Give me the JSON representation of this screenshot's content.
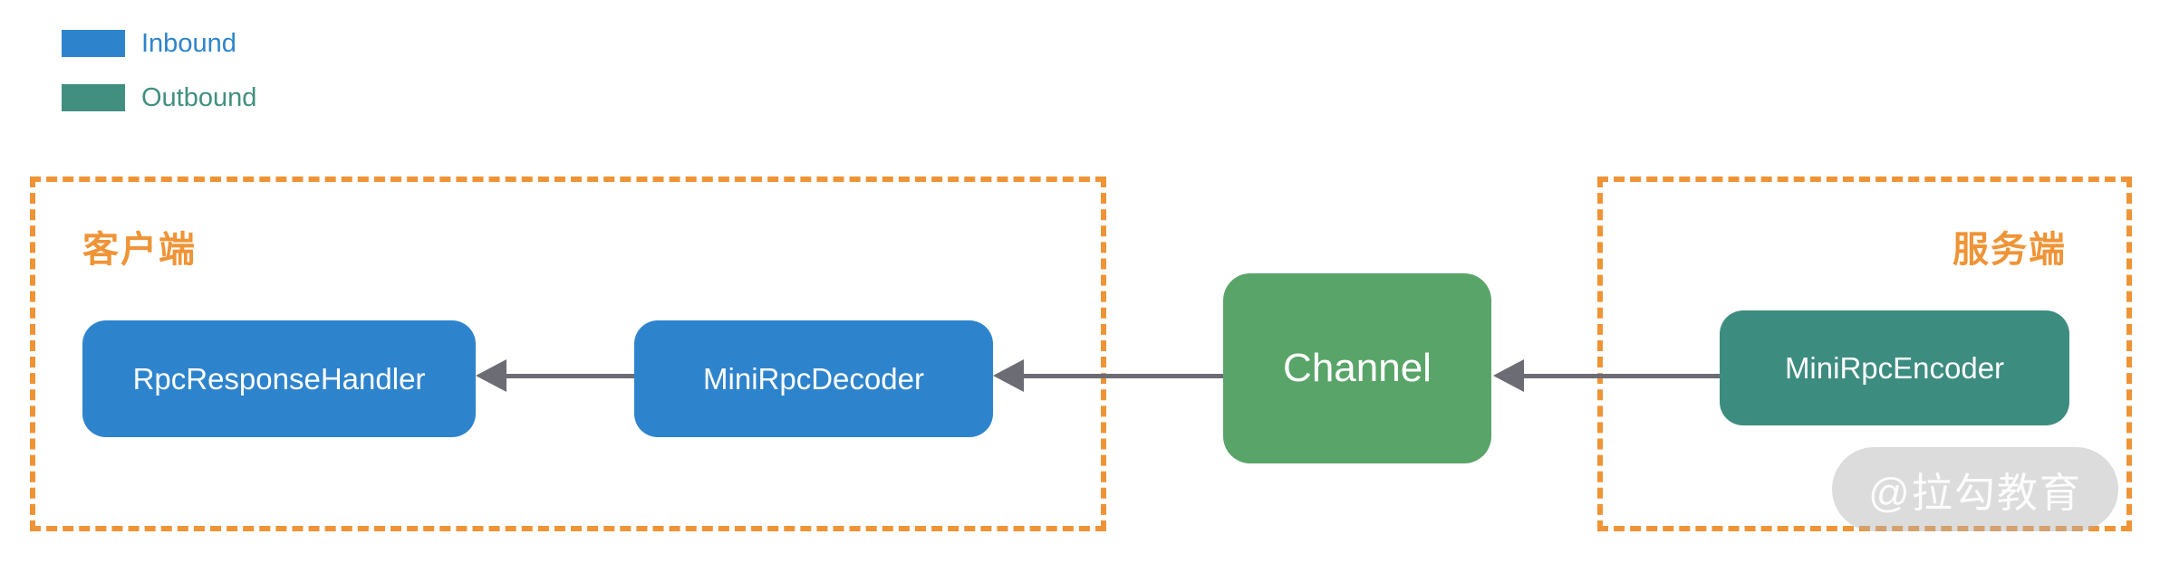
{
  "legend": {
    "items": [
      {
        "id": "inbound",
        "label": "Inbound",
        "color": "#2E84CC"
      },
      {
        "id": "outbound",
        "label": "Outbound",
        "color": "#41907F"
      }
    ]
  },
  "regions": {
    "client": {
      "label": "客户端"
    },
    "server": {
      "label": "服务端"
    }
  },
  "nodes": {
    "rpc_response_handler": {
      "label": "RpcResponseHandler",
      "color": "#2E84CC",
      "kind": "inbound handler"
    },
    "mini_rpc_decoder": {
      "label": "MiniRpcDecoder",
      "color": "#2E84CC",
      "kind": "inbound handler"
    },
    "channel": {
      "label": "Channel",
      "color": "#59A469",
      "kind": "channel"
    },
    "mini_rpc_encoder": {
      "label": "MiniRpcEncoder",
      "color": "#3C8C80",
      "kind": "outbound handler"
    }
  },
  "edges": [
    {
      "from": "MiniRpcDecoder",
      "to": "RpcResponseHandler",
      "direction": "left"
    },
    {
      "from": "Channel",
      "to": "MiniRpcDecoder",
      "direction": "left"
    },
    {
      "from": "MiniRpcEncoder",
      "to": "Channel",
      "direction": "left"
    }
  ],
  "colors": {
    "region_border": "#EF9436",
    "arrow": "#6C6C74"
  },
  "watermark": {
    "text": "@拉勾教育"
  }
}
